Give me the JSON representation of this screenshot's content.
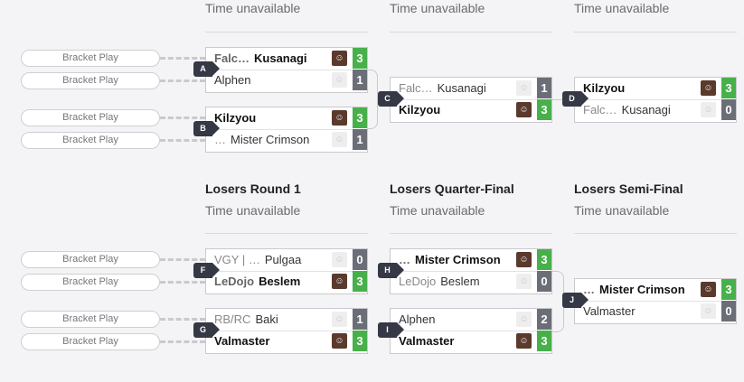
{
  "pill_label": "Bracket Play",
  "winners_times": [
    "Time unavailable",
    "Time unavailable",
    "Time unavailable"
  ],
  "losers": {
    "titles": [
      "Losers Round 1",
      "Losers Quarter-Final",
      "Losers Semi-Final"
    ],
    "times": [
      "Time unavailable",
      "Time unavailable",
      "Time unavailable"
    ]
  },
  "matches": {
    "A": {
      "id": "A",
      "top": {
        "team": "Falc…",
        "player": "Kusanagi",
        "score": "3",
        "win": true
      },
      "bot": {
        "team": "",
        "player": "Alphen",
        "score": "1",
        "win": false
      }
    },
    "B": {
      "id": "B",
      "top": {
        "team": "",
        "player": "Kilzyou",
        "score": "3",
        "win": true
      },
      "bot": {
        "team": "…",
        "player": "Mister Crimson",
        "score": "1",
        "win": false
      }
    },
    "C": {
      "id": "C",
      "top": {
        "team": "Falc…",
        "player": "Kusanagi",
        "score": "1",
        "win": false
      },
      "bot": {
        "team": "",
        "player": "Kilzyou",
        "score": "3",
        "win": true
      }
    },
    "D": {
      "id": "D",
      "top": {
        "team": "",
        "player": "Kilzyou",
        "score": "3",
        "win": true
      },
      "bot": {
        "team": "Falc…",
        "player": "Kusanagi",
        "score": "0",
        "win": false
      }
    },
    "F": {
      "id": "F",
      "top": {
        "team": "VGY | …",
        "player": "Pulgaa",
        "score": "0",
        "win": false
      },
      "bot": {
        "team": "LeDojo",
        "player": "Beslem",
        "score": "3",
        "win": true
      }
    },
    "G": {
      "id": "G",
      "top": {
        "team": "RB/RC",
        "player": "Baki",
        "score": "1",
        "win": false
      },
      "bot": {
        "team": "",
        "player": "Valmaster",
        "score": "3",
        "win": true
      }
    },
    "H": {
      "id": "H",
      "top": {
        "team": "…",
        "player": "Mister Crimson",
        "score": "3",
        "win": true
      },
      "bot": {
        "team": "LeDojo",
        "player": "Beslem",
        "score": "0",
        "win": false
      }
    },
    "I": {
      "id": "I",
      "top": {
        "team": "",
        "player": "Alphen",
        "score": "2",
        "win": false
      },
      "bot": {
        "team": "",
        "player": "Valmaster",
        "score": "3",
        "win": true
      }
    },
    "J": {
      "id": "J",
      "top": {
        "team": "…",
        "player": "Mister Crimson",
        "score": "3",
        "win": true
      },
      "bot": {
        "team": "",
        "player": "Valmaster",
        "score": "0",
        "win": false
      }
    }
  }
}
